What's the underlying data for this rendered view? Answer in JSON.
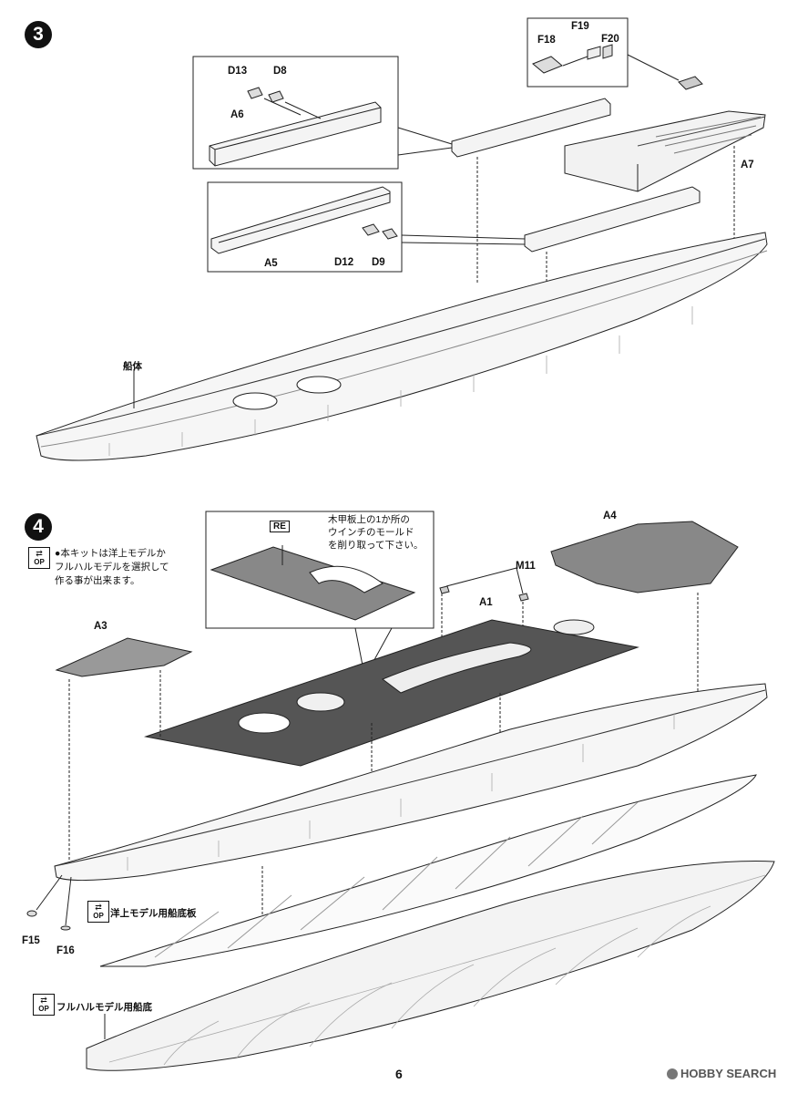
{
  "steps": [
    {
      "number": "3"
    },
    {
      "number": "4"
    }
  ],
  "step3": {
    "parts": {
      "d13": "D13",
      "d8": "D8",
      "a6": "A6",
      "f19": "F19",
      "f18": "F18",
      "f20": "F20",
      "a7": "A7",
      "d12": "D12",
      "d9": "D9",
      "a5": "A5"
    },
    "hull_label": "船体"
  },
  "step4": {
    "option_note_lines": [
      "●本キットは洋上モデルか",
      "フルハルモデルを選択して",
      "作る事が出来ます。"
    ],
    "re_label": "RE",
    "re_note_lines": [
      "木甲板上の1か所の",
      "ウインチのモールド",
      "を削り取って下さい。"
    ],
    "parts": {
      "a4": "A4",
      "m11": "M11",
      "a1": "A1",
      "a3": "A3",
      "f15": "F15",
      "f16": "F16"
    },
    "waterline_label": "洋上モデル用船底板",
    "fullhull_label": "フルハルモデル用船底",
    "op_text": "OP"
  },
  "footer": {
    "page_number": "6",
    "watermark": "HOBBY SEARCH"
  }
}
